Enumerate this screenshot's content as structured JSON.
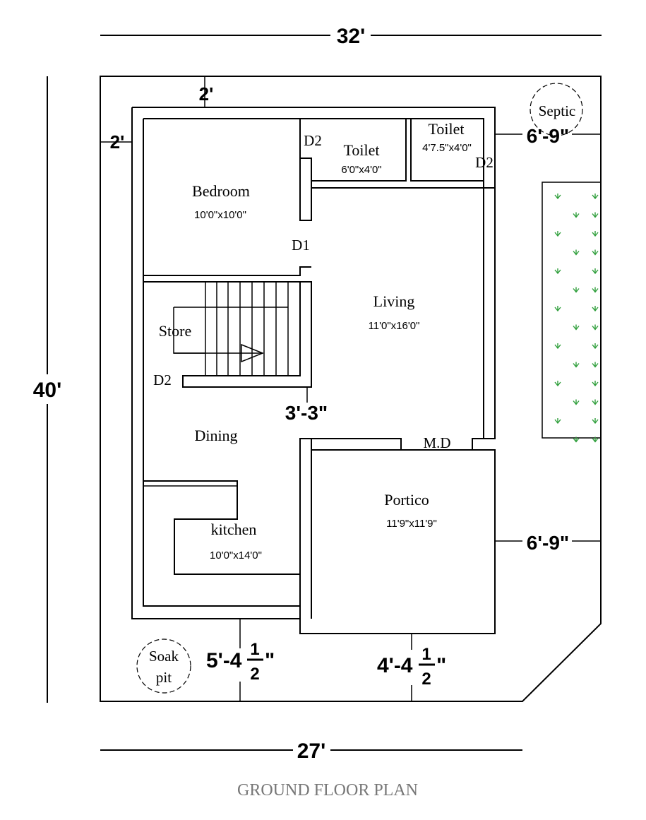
{
  "plan_title": "GROUND FLOOR PLAN",
  "dimensions": {
    "top_width": "32'",
    "bottom_width": "27'",
    "left_height": "40'",
    "front_setback": "2'",
    "side_setback": "2'",
    "right_setback_top": "6'-9\"",
    "right_setback_bottom": "6'-9\"",
    "stair_gap": "3'-3\"",
    "bottom_left": {
      "whole": "5'-4",
      "num": "1",
      "den": "2",
      "unit": "\""
    },
    "bottom_right": {
      "whole": "4'-4",
      "num": "1",
      "den": "2",
      "unit": "\""
    }
  },
  "rooms": {
    "bedroom": {
      "name": "Bedroom",
      "size": "10'0\"x10'0\""
    },
    "toilet1": {
      "name": "Toilet",
      "size": "6'0\"x4'0\""
    },
    "toilet2": {
      "name": "Toilet",
      "size": "4'7.5\"x4'0\""
    },
    "living": {
      "name": "Living",
      "size": "11'0\"x16'0\""
    },
    "store": {
      "name": "Store"
    },
    "dining": {
      "name": "Dining"
    },
    "kitchen": {
      "name": "kitchen",
      "size": "10'0\"x14'0\""
    },
    "portico": {
      "name": "Portico",
      "size": "11'9\"x11'9\""
    }
  },
  "doors": {
    "d2_top": "D2",
    "d2_right": "D2",
    "d1": "D1",
    "d2_store": "D2",
    "main_door": "M.D"
  },
  "features": {
    "septic": "Septic",
    "soak_line1": "Soak",
    "soak_line2": "pit"
  },
  "colors": {
    "lines": "#000000",
    "plants": "#2e9e3a",
    "caption": "#777777"
  }
}
